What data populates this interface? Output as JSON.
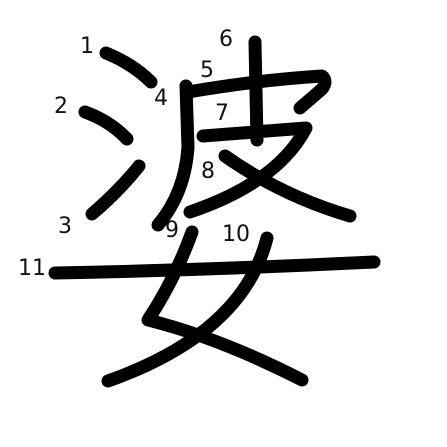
{
  "character": "婆",
  "stroke_count": 11,
  "stroke_numbers": [
    "1",
    "2",
    "3",
    "4",
    "5",
    "6",
    "7",
    "8",
    "9",
    "10",
    "11"
  ],
  "colors": {
    "background": "#ffffff",
    "stroke": "#000000",
    "label": "#111111"
  }
}
